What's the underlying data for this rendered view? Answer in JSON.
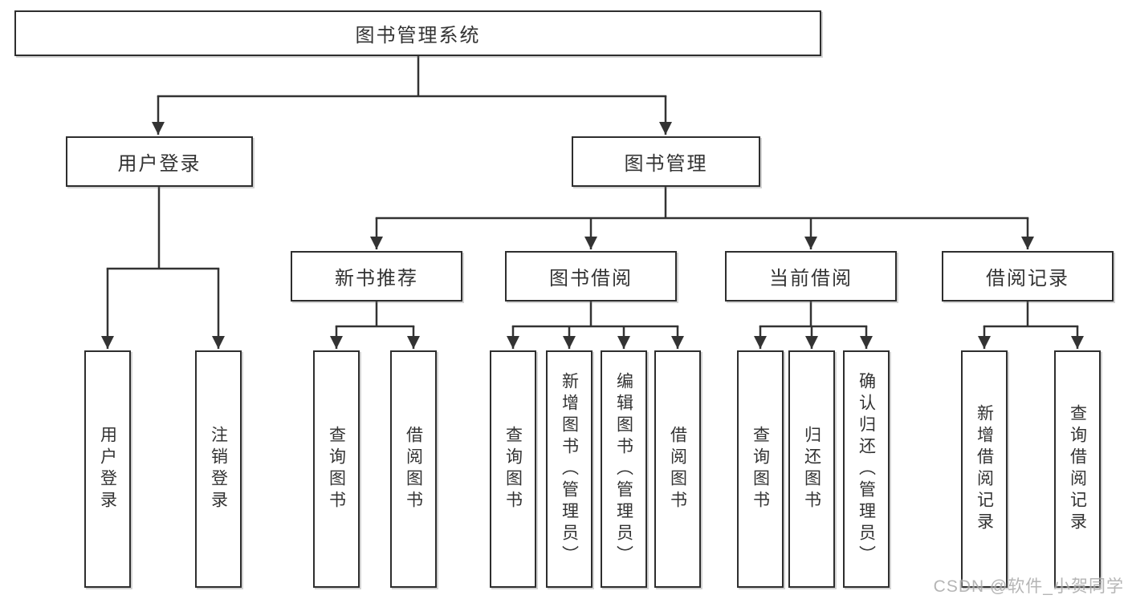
{
  "colors": {
    "background": "#ffffff",
    "box_border": "#2e2e2e",
    "line": "#333333",
    "text": "#333333",
    "watermark": "#a9a9a9"
  },
  "watermark": {
    "text": "CSDN @软件_小贺同学"
  },
  "tree": {
    "label": "图书管理系统",
    "children": [
      {
        "label": "用户登录",
        "children": [
          {
            "label": "用户登录"
          },
          {
            "label": "注销登录"
          }
        ]
      },
      {
        "label": "图书管理",
        "children": [
          {
            "label": "新书推荐",
            "children": [
              {
                "label": "查询图书"
              },
              {
                "label": "借阅图书"
              }
            ]
          },
          {
            "label": "图书借阅",
            "children": [
              {
                "label": "查询图书"
              },
              {
                "label": "新增图书（管理员）"
              },
              {
                "label": "编辑图书（管理员）"
              },
              {
                "label": "借阅图书"
              }
            ]
          },
          {
            "label": "当前借阅",
            "children": [
              {
                "label": "查询图书"
              },
              {
                "label": "归还图书"
              },
              {
                "label": "确认归还（管理员）"
              }
            ]
          },
          {
            "label": "借阅记录",
            "children": [
              {
                "label": "新增借阅记录"
              },
              {
                "label": "查询借阅记录"
              }
            ]
          }
        ]
      }
    ]
  }
}
